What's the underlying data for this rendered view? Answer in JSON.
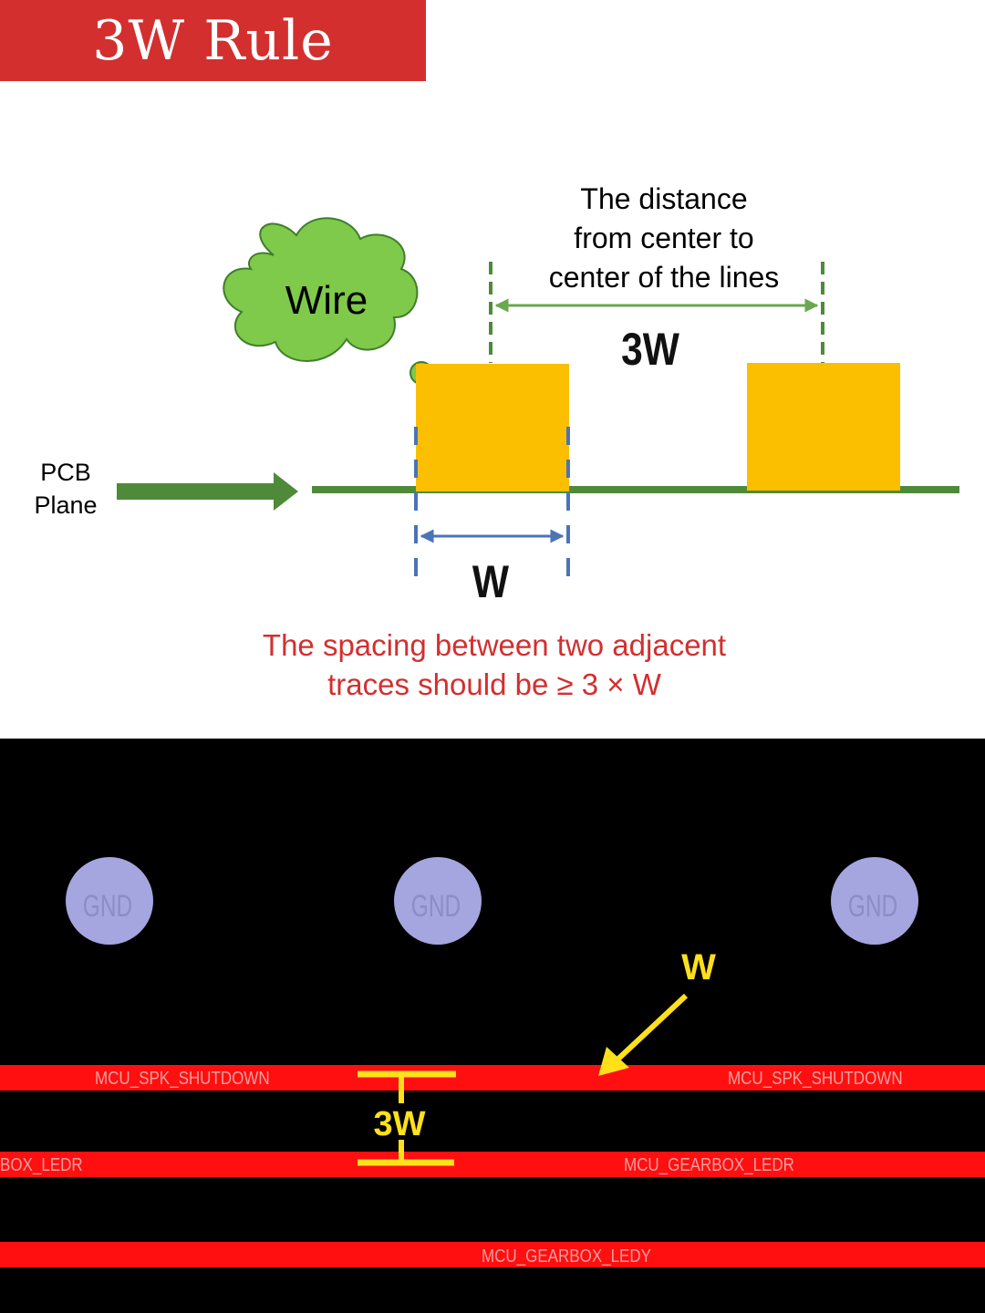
{
  "title": "3W Rule",
  "colors": {
    "banner": "#d32f2f",
    "trace_block": "#fbbf00",
    "plane": "#4f8a3a",
    "cloud": "#7fc94b",
    "dimension_green": "#6aa84f",
    "dimension_blue": "#4a74b8",
    "note_red": "#d32f2f",
    "pcb_background": "#000000",
    "pcb_trace": "#ff0f0f",
    "pcb_pad": "#a5a5e0",
    "pcb_annotation": "#ffe01a"
  },
  "diagram": {
    "cloud_label": "Wire",
    "plane_label_line1": "PCB",
    "plane_label_line2": "Plane",
    "distance_line1": "The distance",
    "distance_line2": "from center to",
    "distance_line3": "center of the lines",
    "spacing_label": "3W",
    "width_label": "W",
    "note_line1": "The spacing between two adjacent",
    "note_line2": "traces should be ≥ 3 × W"
  },
  "pcb": {
    "pads": [
      "GND",
      "GND",
      "GND"
    ],
    "pad_icon": "via-pad",
    "trace1_left": "MCU_SPK_SHUTDOWN",
    "trace1_right": "MCU_SPK_SHUTDOWN",
    "trace2_left": "BOX_LEDR",
    "trace2_right": "MCU_GEARBOX_LEDR",
    "trace3_center": "MCU_GEARBOX_LEDY",
    "width_label": "W",
    "spacing_label": "3W"
  }
}
